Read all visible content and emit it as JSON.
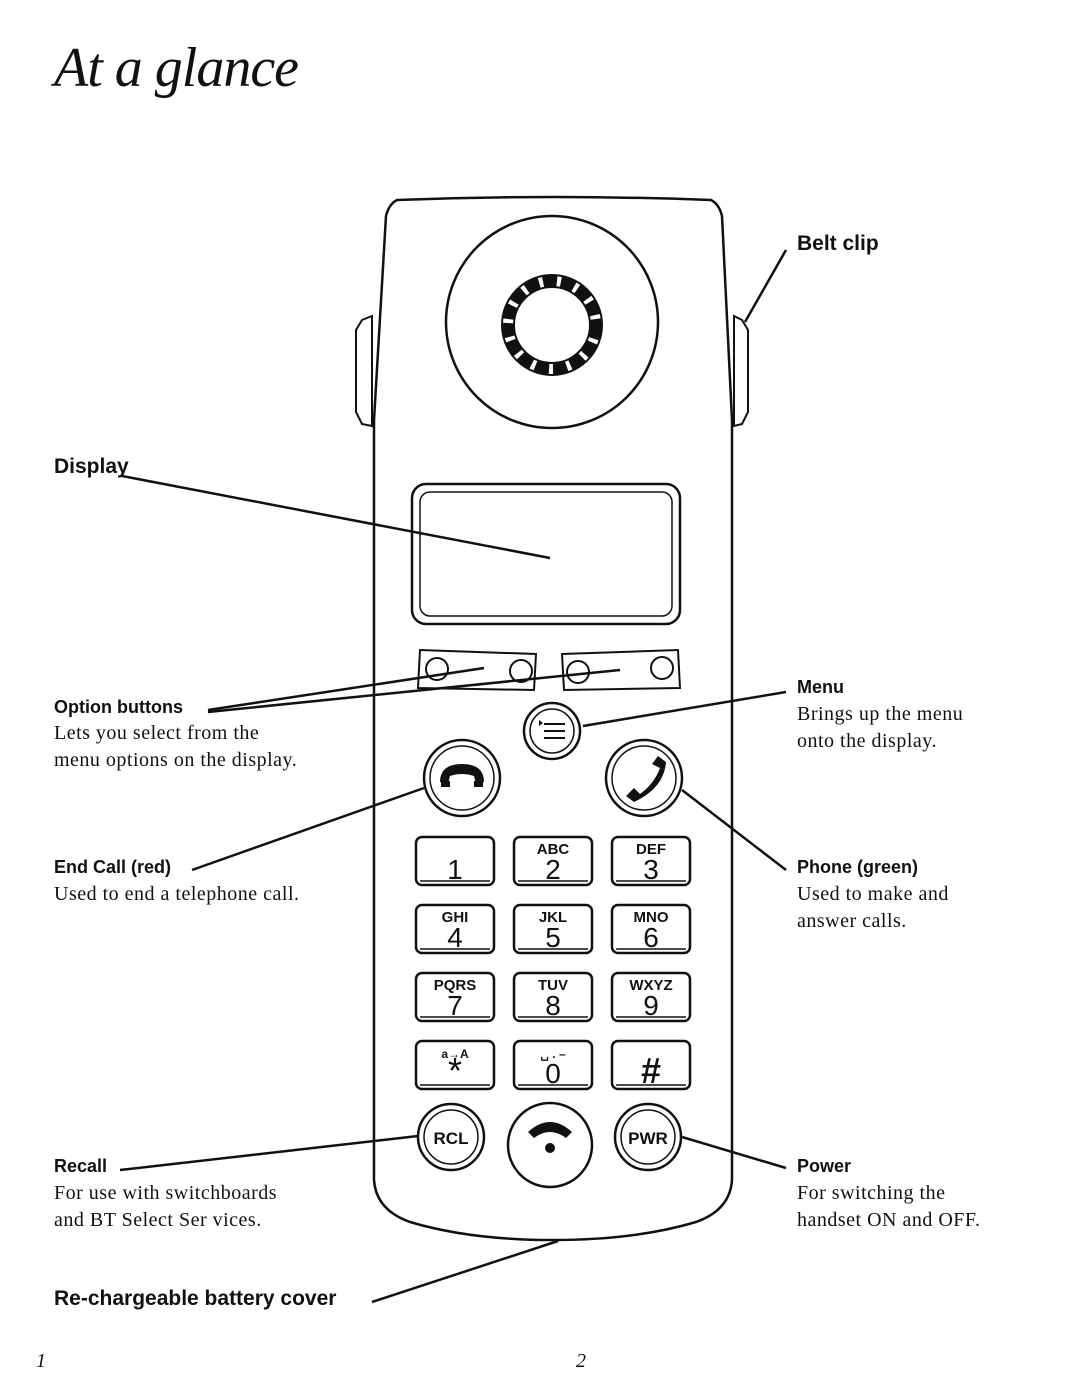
{
  "page": {
    "title": "At a glance",
    "page_numbers": [
      "1",
      "2"
    ]
  },
  "labels": {
    "belt_clip": "Belt clip",
    "display": "Display",
    "option_buttons": "Option buttons",
    "option_buttons_desc": [
      "Lets you select from the",
      "menu options on the display."
    ],
    "menu": "Menu",
    "menu_desc": [
      "Brings up the menu",
      "onto the display."
    ],
    "end_call": "End Call (red)",
    "end_call_desc": [
      "Used to end a telephone call."
    ],
    "phone": "Phone (green)",
    "phone_desc": [
      "Used to make and",
      "answer calls."
    ],
    "recall": "Recall",
    "recall_desc": [
      "For use with switchboards",
      "and BT Select Ser vices."
    ],
    "power": "Power",
    "power_desc": [
      "For switching the",
      "handset ON and OFF."
    ],
    "battery_cover": "Re-chargeable battery cover"
  },
  "keypad": [
    {
      "digit": "1",
      "letters": ""
    },
    {
      "digit": "2",
      "letters": "ABC"
    },
    {
      "digit": "3",
      "letters": "DEF"
    },
    {
      "digit": "4",
      "letters": "GHI"
    },
    {
      "digit": "5",
      "letters": "JKL"
    },
    {
      "digit": "6",
      "letters": "MNO"
    },
    {
      "digit": "7",
      "letters": "PQRS"
    },
    {
      "digit": "8",
      "letters": "TUV"
    },
    {
      "digit": "9",
      "letters": "WXYZ"
    },
    {
      "digit": "*",
      "letters": "a→A"
    },
    {
      "digit": "0",
      "letters": "␣ . –"
    },
    {
      "digit": "#",
      "letters": ""
    }
  ],
  "buttons": {
    "recall_label": "RCL",
    "power_label": "PWR"
  },
  "icons": {
    "menu": "menu-list-icon",
    "end_call": "handset-down-icon",
    "phone": "handset-up-icon",
    "talk": "handset-icon"
  }
}
